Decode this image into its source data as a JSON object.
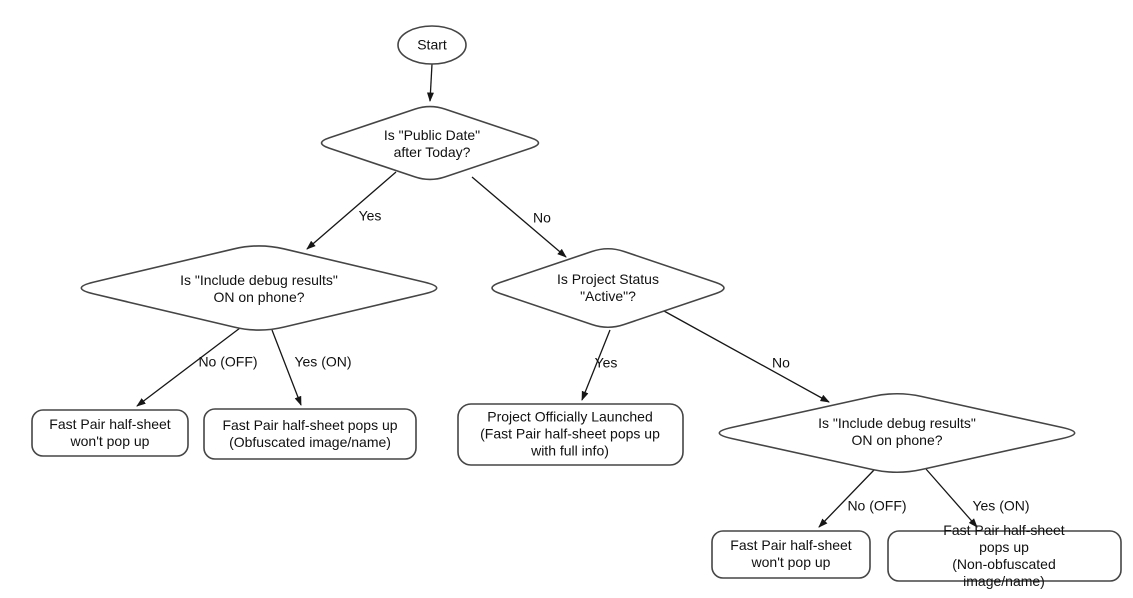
{
  "diagram": {
    "type": "flowchart",
    "nodes": {
      "start": {
        "label": "Start"
      },
      "decision_public_date": {
        "label": "Is \"Public Date\"\nafter Today?"
      },
      "decision_debug_left": {
        "label": "Is \"Include debug results\"\nON on phone?"
      },
      "decision_project_status": {
        "label": "Is Project Status\n\"Active\"?"
      },
      "decision_debug_right": {
        "label": "Is \"Include debug results\"\nON on phone?"
      },
      "result_no_popup_left": {
        "label": "Fast Pair half-sheet\nwon't pop up"
      },
      "result_obfuscated": {
        "label": "Fast Pair half-sheet pops up\n(Obfuscated image/name)"
      },
      "result_launched": {
        "label": "Project Officially Launched\n(Fast Pair half-sheet pops up\nwith full info)"
      },
      "result_no_popup_right": {
        "label": "Fast Pair half-sheet\nwon't pop up"
      },
      "result_non_obfuscated": {
        "label": "Fast Pair half-sheet pops up\n(Non-obfuscated image/name)"
      }
    },
    "edge_labels": {
      "public_date_yes": "Yes",
      "public_date_no": "No",
      "debug_left_no": "No (OFF)",
      "debug_left_yes": "Yes (ON)",
      "project_status_yes": "Yes",
      "project_status_no": "No",
      "debug_right_no": "No (OFF)",
      "debug_right_yes": "Yes (ON)"
    },
    "colors": {
      "background": "#ffffff",
      "shape_stroke": "#454545",
      "edge_stroke": "#161616",
      "text": "#101010",
      "caret": "#000000"
    }
  }
}
